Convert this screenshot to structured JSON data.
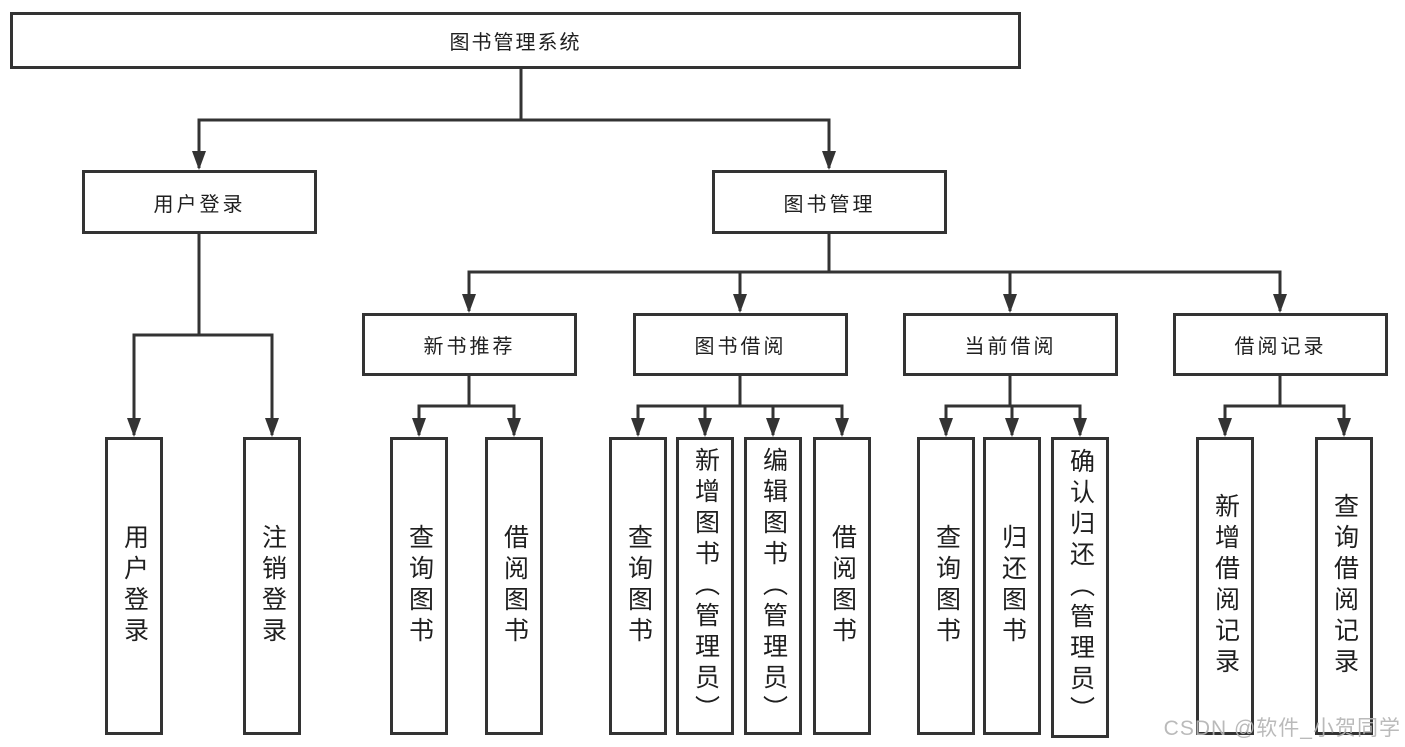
{
  "root": {
    "label": "图书管理系统"
  },
  "level2": [
    {
      "label": "用户登录"
    },
    {
      "label": "图书管理"
    }
  ],
  "level3": [
    {
      "label": "新书推荐"
    },
    {
      "label": "图书借阅"
    },
    {
      "label": "当前借阅"
    },
    {
      "label": "借阅记录"
    }
  ],
  "leaves": {
    "user_login": [
      {
        "label": "用户登录"
      },
      {
        "label": "注销登录"
      }
    ],
    "new_book_recommendation": [
      {
        "label": "查询图书"
      },
      {
        "label": "借阅图书"
      }
    ],
    "book_borrowing": [
      {
        "label": "查询图书"
      },
      {
        "label": "新增图书（管理员）"
      },
      {
        "label": "编辑图书（管理员）"
      },
      {
        "label": "借阅图书"
      }
    ],
    "current_borrowing": [
      {
        "label": "查询图书"
      },
      {
        "label": "归还图书"
      },
      {
        "label": "确认归还（管理员）"
      }
    ],
    "borrowing_records": [
      {
        "label": "新增借阅记录"
      },
      {
        "label": "查询借阅记录"
      }
    ]
  },
  "line_color": "#333333",
  "watermark": {
    "text": "CSDN @软件_小贺同学"
  }
}
